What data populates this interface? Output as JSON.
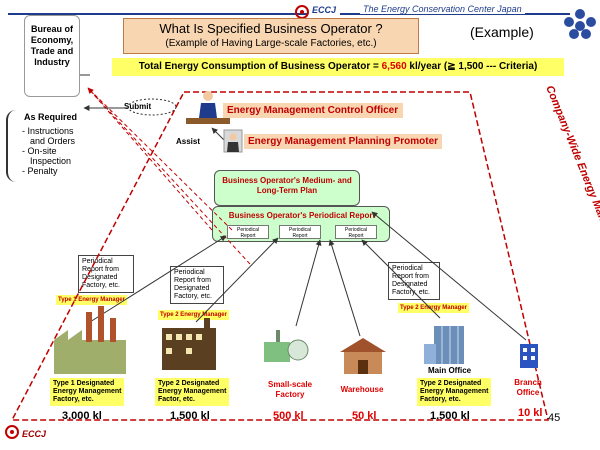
{
  "header": {
    "org_name": "The Energy Conservation Center Japan",
    "logo_text": "ECCJ"
  },
  "title": {
    "main": "What Is Specified Business Operator ?",
    "sub": "(Example of Having Large-scale Factories, etc.)"
  },
  "example_label": "(Example)",
  "energy_total": {
    "prefix": "Total Energy  Consumption  of Business Operator = ",
    "value": "6,560",
    "suffix": " kl/year (≧ 1,500  --- Criteria)"
  },
  "ministry": {
    "line1": "Bureau of",
    "line2": "Economy,",
    "line3": "Trade and",
    "line4": "Industry"
  },
  "as_required": "As Required",
  "required_items": [
    "- Instructions",
    "  and Orders",
    "- On-site",
    "  Inspection",
    "- Penalty"
  ],
  "officers": {
    "submit": "Submit",
    "control_officer": "Energy Management Control Officer",
    "assist": "Assist",
    "planning_promoter": "Energy Management Planning Promoter"
  },
  "plans": {
    "medium_long_term_line1": "Business Operator's Medium- and",
    "medium_long_term_line2": "Long-Term Plan",
    "periodical_report": "Business Operator's Periodical Report",
    "mini_report_line1": "Periodical",
    "mini_report_line2": "Report"
  },
  "company_wide": "Company-Wide Energy Management System",
  "callouts": {
    "designated_factory_1": [
      "Periodical",
      "Report from",
      "Designated",
      "Factory, etc."
    ],
    "designated_factory_2": [
      "Periodical",
      "Report from",
      "Designated",
      "Factory, etc."
    ],
    "designated_factory_3": [
      "Periodical",
      "Report from",
      "Designated",
      "Factory, etc."
    ]
  },
  "managers": {
    "type1": "Type 1 Energy Manager",
    "type2_a": "Type 2 Energy Manager",
    "type2_b": "Type 2 Energy Manager"
  },
  "facilities": {
    "type1_factory": [
      "Type 1 Designated",
      "Energy Management",
      "Factory, etc."
    ],
    "type2_factory": [
      "Type 2 Designated",
      "Energy Management",
      "Factor, etc."
    ],
    "small_factory": [
      "Small-scale",
      "Factory"
    ],
    "warehouse": "Warehouse",
    "main_office": "Main Office",
    "main_office_label": [
      "Type 2 Designated",
      "Energy Management",
      "Factory, etc."
    ],
    "branch_office": [
      "Branch",
      "Office"
    ]
  },
  "amounts": {
    "type1_factory": "3,000 kl",
    "type2_factory": "1,500 kl",
    "small_factory": "500 kl",
    "warehouse": "50 kl",
    "main_office": "1,500 kl",
    "branch_office": "10 kl"
  },
  "page_number": "45",
  "colors": {
    "accent_red": "#c00000",
    "highlight_yellow": "#ffff66",
    "plan_green": "#ccffcc",
    "label_peach": "#f9d6b2",
    "header_blue": "#1f3c8c"
  }
}
